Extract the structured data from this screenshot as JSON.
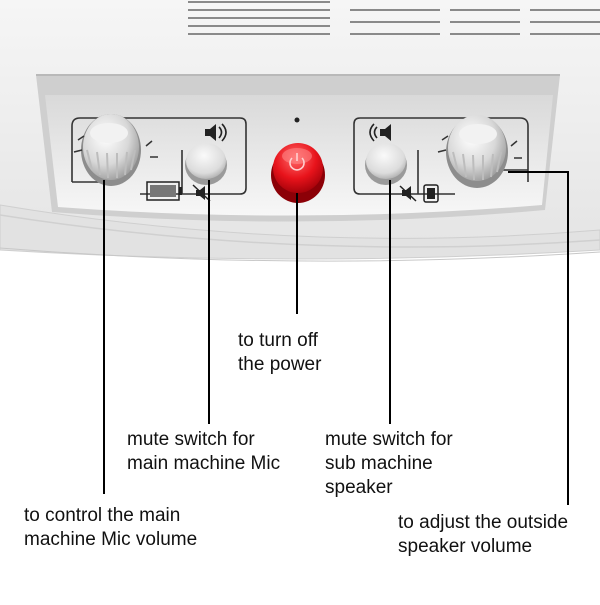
{
  "callouts": {
    "power": {
      "line1": "to turn off",
      "line2": "the power"
    },
    "mic_mute": {
      "line1": "mute switch for",
      "line2": "main machine Mic"
    },
    "speaker_mute": {
      "line1": "mute switch for",
      "line2": "sub machine",
      "line3": "speaker"
    },
    "mic_volume": {
      "line1": "to control the main",
      "line2": "machine Mic volume"
    },
    "speaker_volume": {
      "line1": "to adjust the outside",
      "line2": "speaker volume"
    }
  },
  "controls": [
    {
      "name": "main-mic-volume-knob",
      "type": "knob"
    },
    {
      "name": "mic-mute-button",
      "type": "button"
    },
    {
      "name": "power-button",
      "type": "button"
    },
    {
      "name": "speaker-mute-button",
      "type": "button"
    },
    {
      "name": "speaker-volume-knob",
      "type": "knob"
    }
  ],
  "colors": {
    "device_body": "#eeeeee",
    "panel": "#f4f4f4",
    "power_button": "#e8131b",
    "leader_line": "#000000",
    "text": "#111111"
  }
}
